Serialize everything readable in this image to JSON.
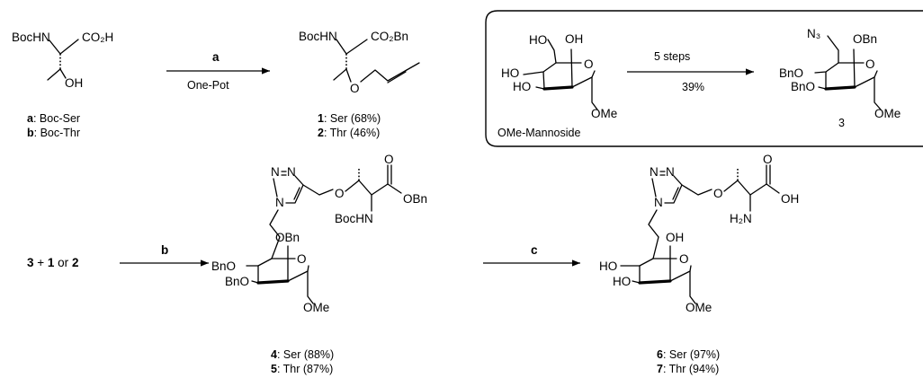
{
  "arrow_a": {
    "letter": "a",
    "condition": "One-Pot"
  },
  "arrow_b": {
    "letter": "b"
  },
  "arrow_c": {
    "letter": "c"
  },
  "inset_arrow": {
    "above": "5 steps",
    "below": "39%"
  },
  "start": {
    "labels": [
      "BocHN",
      "CO₂H",
      "OH"
    ],
    "captions": [
      {
        "id": "a",
        "name": ": Boc-Ser"
      },
      {
        "id": "b",
        "name": ": Boc-Thr"
      }
    ]
  },
  "product_12": {
    "labels": [
      "BocHN",
      "CO₂Bn",
      "O"
    ],
    "captions": [
      {
        "id": "1",
        "text": ": Ser (68%)"
      },
      {
        "id": "2",
        "text": ": Thr (46%)"
      }
    ]
  },
  "mannoside": {
    "labels": [
      "HO",
      "OH",
      "HO",
      "HO",
      "O",
      "OMe"
    ],
    "caption": "OMe-Mannoside"
  },
  "azide": {
    "labels": [
      "N₃",
      "OBn",
      "BnO",
      "BnO",
      "O",
      "OMe"
    ],
    "id": "3"
  },
  "reactants": {
    "p1": "3",
    "t1": " + ",
    "p2": "1",
    "t2": " or ",
    "p3": "2"
  },
  "product_45": {
    "labels": [
      "N",
      "N",
      "N",
      "O",
      "O",
      "OBn",
      "BocHN",
      "OBn",
      "BnO",
      "BnO",
      "O",
      "OMe"
    ],
    "captions": [
      {
        "id": "4",
        "text": ": Ser (88%)"
      },
      {
        "id": "5",
        "text": ": Thr (87%)"
      }
    ]
  },
  "product_67": {
    "labels": [
      "N",
      "N",
      "N",
      "O",
      "O",
      "OH",
      "H₂N",
      "OH",
      "HO",
      "HO",
      "O",
      "OMe"
    ],
    "captions": [
      {
        "id": "6",
        "text": ": Ser (97%)"
      },
      {
        "id": "7",
        "text": ": Thr (94%)"
      }
    ]
  }
}
